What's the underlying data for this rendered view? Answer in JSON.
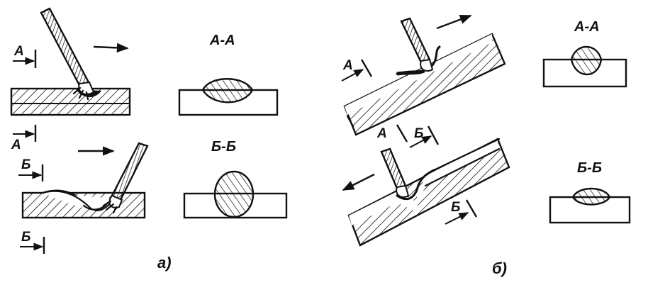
{
  "figure": {
    "panel_a": {
      "caption": "а)",
      "section_top": {
        "title": "А-А",
        "marker": "А"
      },
      "section_bottom": {
        "title": "Б-Б",
        "marker": "Б"
      }
    },
    "panel_b": {
      "caption": "б)",
      "section_top": {
        "title": "А-А",
        "marker": "А"
      },
      "section_bottom": {
        "title": "Б-Б",
        "marker": "Б"
      }
    }
  }
}
